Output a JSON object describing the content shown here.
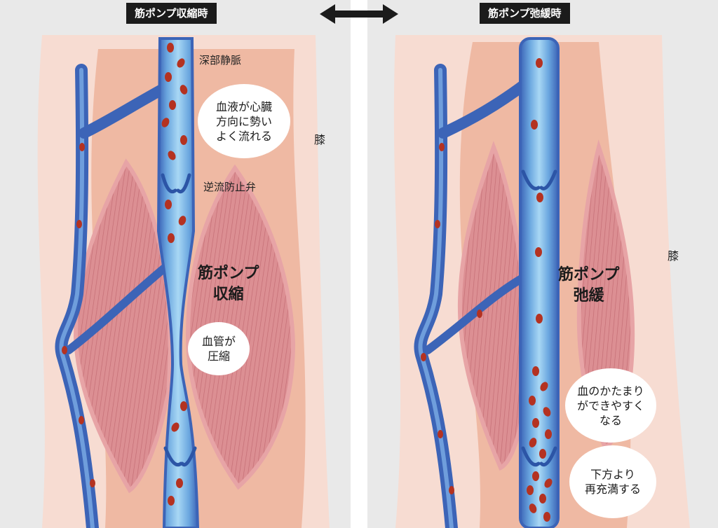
{
  "header": {
    "left_title": "筋ポンプ収縮時",
    "right_title": "筋ポンプ弛緩時",
    "arrow_icon": "double-arrow-icon"
  },
  "left_panel": {
    "deep_vein_label": "深部静脈",
    "flow_bubble": "血液が心臓\n方向に勢い\nよく流れる",
    "valve_label": "逆流防止弁",
    "knee_label": "膝",
    "muscle_state": "筋ポンプ\n収縮",
    "vessel_bubble": "血管が\n圧縮"
  },
  "right_panel": {
    "knee_label": "膝",
    "muscle_state": "筋ポンプ\n弛緩",
    "clot_bubble": "血のかたまり\nができやすく\nなる",
    "refill_bubble": "下方より\n再充満する"
  },
  "colors": {
    "background": "#e9e9e9",
    "skin": "#f7dcd2",
    "deep_tissue": "#efb9a3",
    "muscle": "#dc8f93",
    "vein_dark": "#3c64b7",
    "vein_light": "#8cc7ee",
    "blood_cell": "#b43221",
    "title_bg": "#1b1b1b"
  }
}
